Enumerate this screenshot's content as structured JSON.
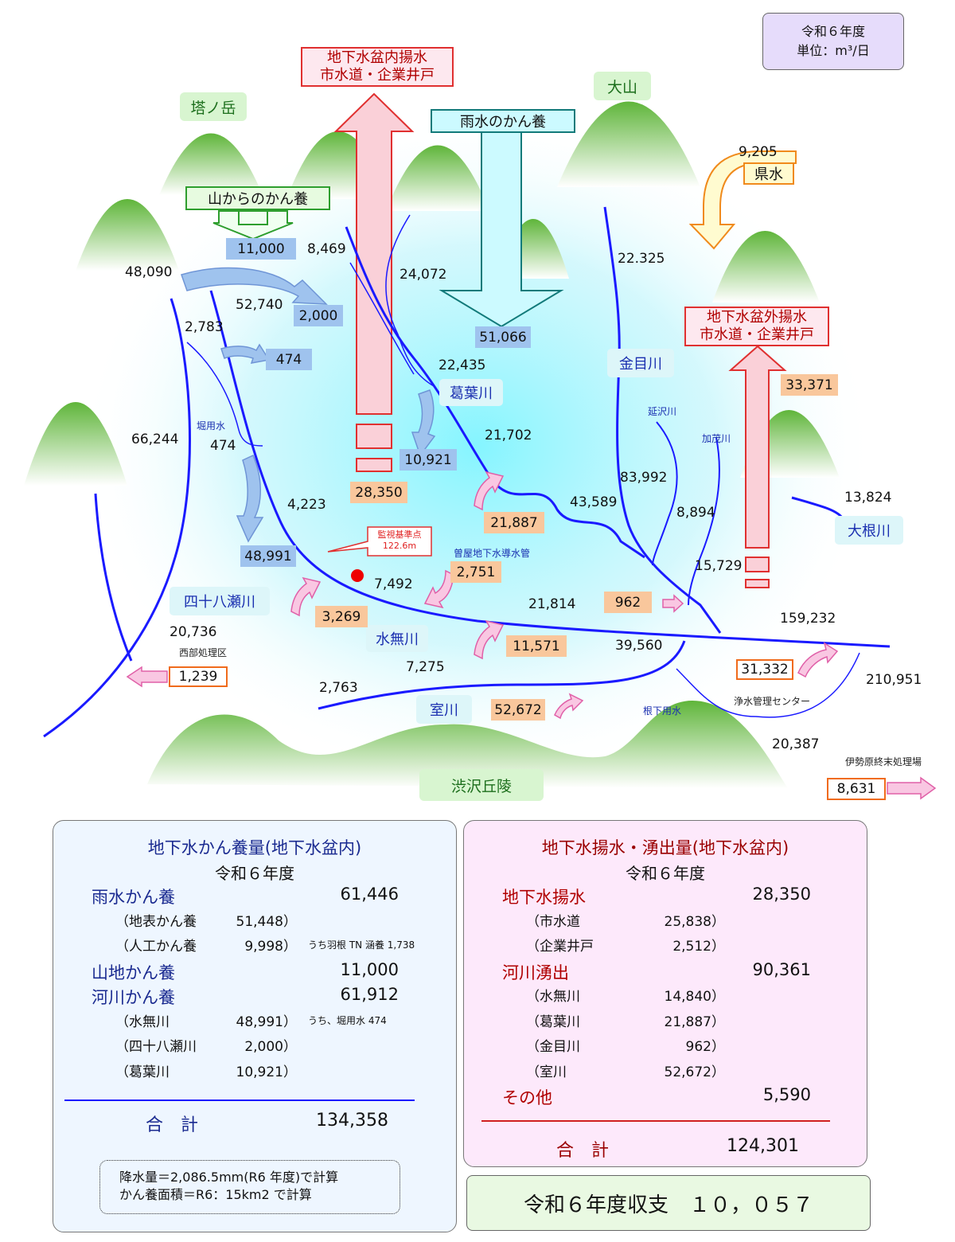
{
  "colors": {
    "river": "#1a1aff",
    "accent_blue": "#9fc3ee",
    "accent_orange": "#f9c79c",
    "pink_arrow": "#f7b7d0",
    "mountain_green": "#7dc84e"
  },
  "legend": {
    "year": "令和６年度",
    "unit": "単位：m³/日"
  },
  "mountains": {
    "tonodake": "塔ノ岳",
    "oyama": "大山",
    "hadano_hills": "渋沢丘陵"
  },
  "arrows": {
    "pumping_in": [
      "地下水盆内揚水",
      "市水道・企業井戸"
    ],
    "rain_recharge": "雨水のかん養",
    "mountain_recharge": "山からのかん養",
    "pumping_out": [
      "地下水盆外揚水",
      "市水道・企業井戸"
    ],
    "prefectural_water": "県水"
  },
  "rivers": {
    "kaname": "金目川",
    "kuzuha": "葛葉川",
    "yosohachise": "四十八瀬川",
    "minashi": "水無川",
    "muro": "室川",
    "one": "大根川",
    "enzawa": "延沢川",
    "kamo": "加茂川",
    "horiyo": "堀用水",
    "neshita": "根下用水",
    "sonoya_pipe": "曽屋地下水導水管",
    "seibu": "西部処理区",
    "jyosui": "浄水管理センター",
    "isehara": "伊勢原終末処理場"
  },
  "monitor": {
    "label": "監視基準点",
    "level": "122.6m"
  },
  "values": {
    "v48090": "48,090",
    "v11000": "11,000",
    "v8469": "8,469",
    "v24072": "24,072",
    "v52740": "52,740",
    "v2000": "2,000",
    "v2783": "2,783",
    "v474a": "474",
    "v474b": "474",
    "v22325": "22.325",
    "v9205": "9,205",
    "v51066": "51,066",
    "v22435": "22,435",
    "v33371": "33,371",
    "v66244": "66,244",
    "v10921": "10,921",
    "v21702": "21,702",
    "v28350": "28,350",
    "v83992": "83,992",
    "v13824": "13,824",
    "v43589": "43,589",
    "v8894": "8,894",
    "v4223": "4,223",
    "v21887": "21,887",
    "v48991": "48,991",
    "v15729": "15,729",
    "v2751": "2,751",
    "v7492": "7,492",
    "v962": "962",
    "v21814": "21,814",
    "v159232": "159,232",
    "v3269": "3,269",
    "v20736": "20,736",
    "v11571": "11,571",
    "v39560": "39,560",
    "v1239": "1,239",
    "v7275": "7,275",
    "v31332": "31,332",
    "v210951": "210,951",
    "v2763": "2,763",
    "v52672": "52,672",
    "v20387": "20,387",
    "v8631": "8,631"
  },
  "recharge_panel": {
    "title": "地下水かん養量(地下水盆内)",
    "year": "令和６年度",
    "rows": [
      {
        "label": "雨水かん養",
        "value": "61,446"
      },
      {
        "label": "（地表かん養",
        "value": "51,448）"
      },
      {
        "label": "（人工かん養",
        "value": "9,998）",
        "note": "うち羽根 TN 涵養 1,738"
      },
      {
        "label": "山地かん養",
        "value": "11,000"
      },
      {
        "label": "河川かん養",
        "value": "61,912"
      },
      {
        "label": "（水無川",
        "value": "48,991）",
        "note": "うち、堀用水 474"
      },
      {
        "label": "（四十八瀬川",
        "value": "2,000）"
      },
      {
        "label": "（葛葉川",
        "value": "10,921）"
      }
    ],
    "total_label": "合　計",
    "total_value": "134,358",
    "note1": "降水量＝2,086.5mm(R6 年度)で計算",
    "note2": "かん養面積＝R6：15km2 で計算"
  },
  "outflow_panel": {
    "title": "地下水揚水・湧出量(地下水盆内)",
    "year": "令和６年度",
    "rows": [
      {
        "label": "地下水揚水",
        "value": "28,350"
      },
      {
        "label": "（市水道",
        "value": "25,838）"
      },
      {
        "label": "（企業井戸",
        "value": "2,512）"
      },
      {
        "label": "河川湧出",
        "value": "90,361"
      },
      {
        "label": "（水無川",
        "value": "14,840）"
      },
      {
        "label": "（葛葉川",
        "value": "21,887）"
      },
      {
        "label": "（金目川",
        "value": "962）"
      },
      {
        "label": "（室川",
        "value": "52,672）"
      },
      {
        "label": "その他",
        "value": "5,590"
      }
    ],
    "total_label": "合　計",
    "total_value": "124,301"
  },
  "balance": "令和６年度収支　１０，０５７"
}
